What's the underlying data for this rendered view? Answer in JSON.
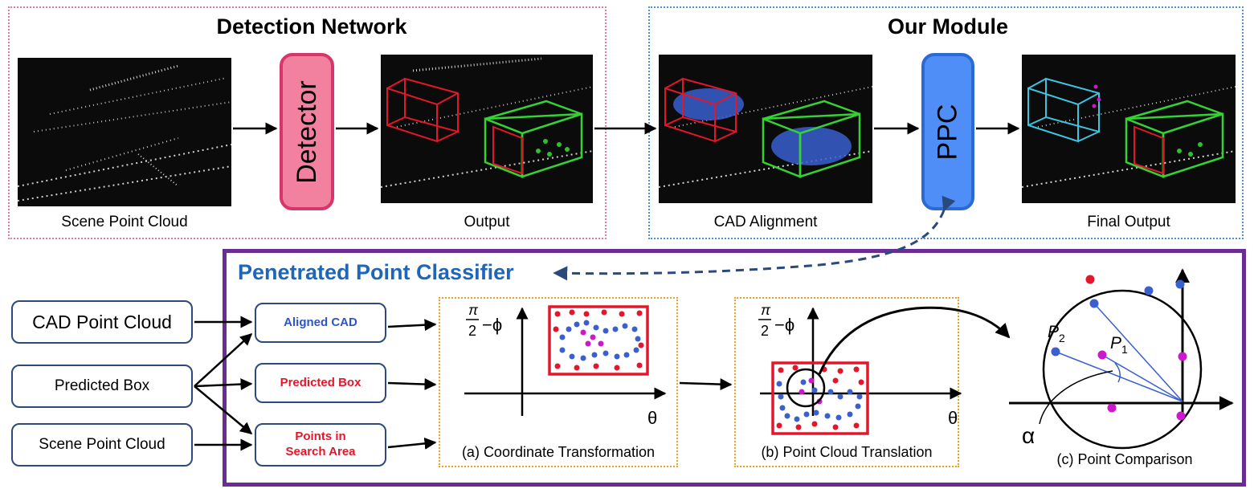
{
  "top": {
    "detection_title": "Detection Network",
    "module_title": "Our Module",
    "detector_label": "Detector",
    "ppc_label": "PPC",
    "captions": {
      "scene": "Scene Point Cloud",
      "output": "Output",
      "cad": "CAD Alignment",
      "final": "Final Output"
    }
  },
  "bottom": {
    "title": "Penetrated Point Classifier",
    "inputs": {
      "cad": "CAD Point Cloud",
      "pred": "Predicted Box",
      "scene": "Scene Point Cloud"
    },
    "mid": {
      "aligned": "Aligned CAD",
      "pred": "Predicted Box",
      "search_1": "Points in",
      "search_2": "Search Area"
    },
    "captions": {
      "a": "(a) Coordinate Transformation",
      "b": "(b) Point Cloud Translation",
      "c": "(c) Point Comparison"
    },
    "axis": {
      "y_pi": "π",
      "y_two": "2",
      "y_phi": "−ϕ",
      "x": "θ"
    },
    "points": {
      "p2": "P",
      "p2_sub": "2",
      "p1": "P",
      "p1_sub": "1",
      "alpha": "α"
    }
  },
  "colors": {
    "blue_point": "#3a5fcf",
    "red_point": "#e3162a",
    "magenta_point": "#cc19cc",
    "red_box": "#e3162a",
    "green_box": "#35d235",
    "cyan_box": "#3ec3e0"
  }
}
